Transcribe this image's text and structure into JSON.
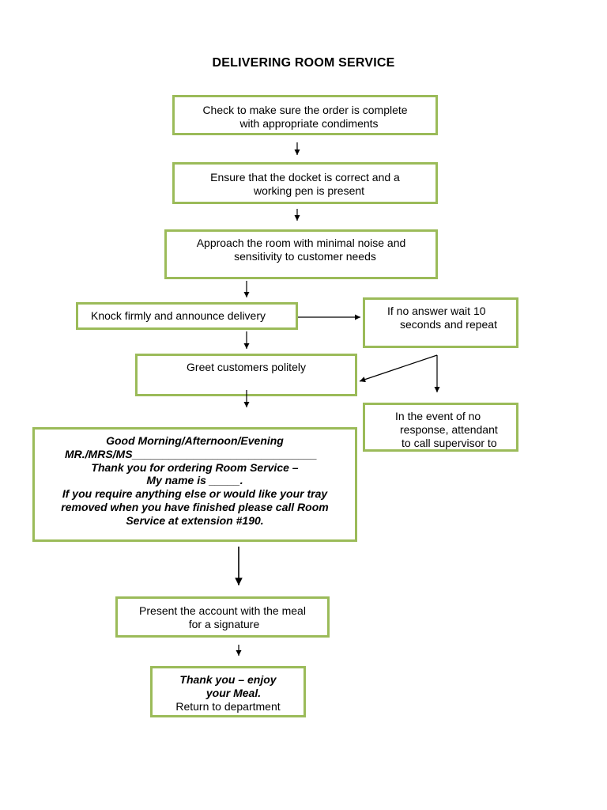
{
  "title": "DELIVERING ROOM SERVICE",
  "steps": {
    "check_order": [
      "Check to make sure the order is complete",
      "with appropriate condiments"
    ],
    "docket": [
      "Ensure that the docket is correct and a",
      "working pen is present"
    ],
    "approach": [
      "Approach the room with minimal noise and",
      "sensitivity to customer needs"
    ],
    "knock": "Knock firmly and announce delivery",
    "no_answer": [
      "If no answer wait 10",
      "seconds and repeat"
    ],
    "greet": "Greet customers politely",
    "no_response": [
      "In the event of no",
      "response, attendant",
      "to call supervisor to"
    ],
    "script": [
      "Good Morning/Afternoon/Evening",
      "MR./MRS/MS______________________________",
      "Thank you for ordering Room Service –",
      "My name is _____.",
      "If you require anything else or would like your tray",
      "removed when you have finished please call Room",
      "Service at extension #190."
    ],
    "present_account": [
      "Present the account with the meal",
      "for a signature"
    ],
    "thank_you": [
      "Thank you – enjoy",
      "your Meal.",
      "Return to department"
    ]
  },
  "colors": {
    "box_border": "#9bbb59",
    "arrow": "#000000"
  }
}
